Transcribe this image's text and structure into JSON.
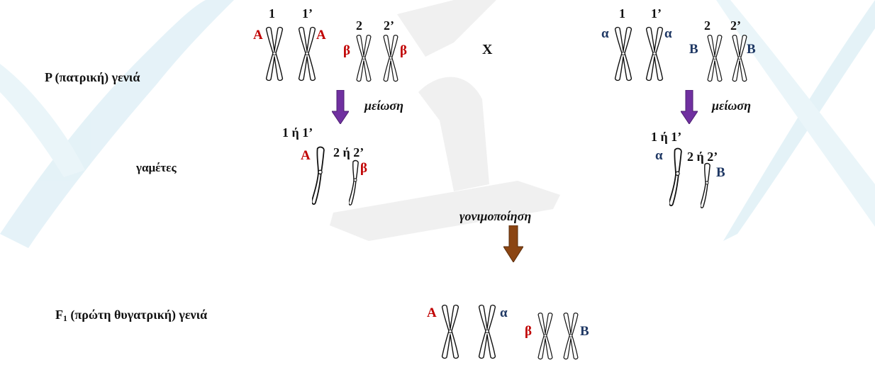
{
  "parental": {
    "generation_label": "P (πατρική) γενιά",
    "cross_symbol": "X",
    "left_parent": {
      "chromosome_numbers": [
        "1",
        "1’",
        "2",
        "2’"
      ],
      "alleles": [
        "A",
        "A",
        "β",
        "β"
      ]
    },
    "right_parent": {
      "chromosome_numbers": [
        "1",
        "1’",
        "2",
        "2’"
      ],
      "alleles": [
        "α",
        "α",
        "Β",
        "Β"
      ]
    }
  },
  "meiosis": {
    "label": "μείωση"
  },
  "gametes": {
    "generation_label": "γαμέτες",
    "left": {
      "chrom_a": "1 ή 1’",
      "chrom_b": "2 ή 2’",
      "alleles": [
        "A",
        "β"
      ]
    },
    "right": {
      "chrom_a": "1 ή 1’",
      "chrom_b": "2 ή 2’",
      "alleles": [
        "α",
        "Β"
      ]
    }
  },
  "fertilization": {
    "label": "γονιμοποίηση"
  },
  "f1": {
    "label_prefix": "F",
    "label_sub": "1",
    "label_rest": " (πρώτη θυγατρική) γενιά",
    "alleles": [
      "A",
      "α",
      "β",
      "Β"
    ]
  },
  "colors": {
    "paternal_red": "#c00000",
    "maternal_blue": "#1f3864",
    "meiosis_arrow": "#7030a0",
    "fertilization_arrow": "#8b4513",
    "watermark": "#d9eef5"
  }
}
